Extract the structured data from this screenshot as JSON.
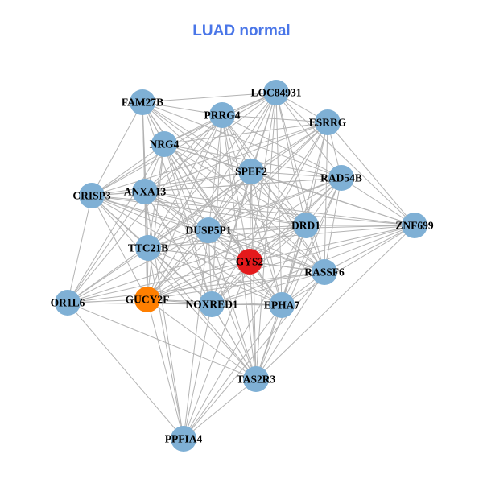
{
  "title": "LUAD normal",
  "colors": {
    "title": "#4a76e8",
    "edge": "#b3b3b3",
    "default_node": "#7fb0d5",
    "target_node": "#e41a1c",
    "highlight_node": "#ff7f00"
  },
  "nodes": [
    {
      "id": "LOC84931",
      "label": "LOC84931",
      "type": "default"
    },
    {
      "id": "FAM27B",
      "label": "FAM27B",
      "type": "default"
    },
    {
      "id": "PRRG4",
      "label": "PRRG4",
      "type": "default"
    },
    {
      "id": "ESRRG",
      "label": "ESRRG",
      "type": "default"
    },
    {
      "id": "NRG4",
      "label": "NRG4",
      "type": "default"
    },
    {
      "id": "SPEF2",
      "label": "SPEF2",
      "type": "default"
    },
    {
      "id": "RAD54B",
      "label": "RAD54B",
      "type": "default"
    },
    {
      "id": "CRISP3",
      "label": "CRISP3",
      "type": "default"
    },
    {
      "id": "ANXA13",
      "label": "ANXA13",
      "type": "default"
    },
    {
      "id": "DRD1",
      "label": "DRD1",
      "type": "default"
    },
    {
      "id": "ZNF699",
      "label": "ZNF699",
      "type": "default"
    },
    {
      "id": "DUSP5P1",
      "label": "DUSP5P1",
      "type": "default"
    },
    {
      "id": "TTC21B",
      "label": "TTC21B",
      "type": "default"
    },
    {
      "id": "GYS2",
      "label": "GYS2",
      "type": "target"
    },
    {
      "id": "RASSF6",
      "label": "RASSF6",
      "type": "default"
    },
    {
      "id": "OR1L6",
      "label": "OR1L6",
      "type": "default"
    },
    {
      "id": "GUCY2F",
      "label": "GUCY2F",
      "type": "highlight"
    },
    {
      "id": "NOXRED1",
      "label": "NOXRED1",
      "type": "default"
    },
    {
      "id": "EPHA7",
      "label": "EPHA7",
      "type": "default"
    },
    {
      "id": "TAS2R3",
      "label": "TAS2R3",
      "type": "default"
    },
    {
      "id": "PPFIA4",
      "label": "PPFIA4",
      "type": "default"
    }
  ],
  "edges": [
    [
      "FAM27B",
      "LOC84931"
    ],
    [
      "FAM27B",
      "PRRG4"
    ],
    [
      "FAM27B",
      "NRG4"
    ],
    [
      "FAM27B",
      "SPEF2"
    ],
    [
      "FAM27B",
      "CRISP3"
    ],
    [
      "FAM27B",
      "ANXA13"
    ],
    [
      "FAM27B",
      "DUSP5P1"
    ],
    [
      "FAM27B",
      "TTC21B"
    ],
    [
      "FAM27B",
      "GYS2"
    ],
    [
      "FAM27B",
      "DRD1"
    ],
    [
      "FAM27B",
      "RAD54B"
    ],
    [
      "FAM27B",
      "GUCY2F"
    ],
    [
      "FAM27B",
      "NOXRED1"
    ],
    [
      "FAM27B",
      "EPHA7"
    ],
    [
      "FAM27B",
      "RASSF6"
    ],
    [
      "LOC84931",
      "PRRG4"
    ],
    [
      "LOC84931",
      "ESRRG"
    ],
    [
      "LOC84931",
      "NRG4"
    ],
    [
      "LOC84931",
      "SPEF2"
    ],
    [
      "LOC84931",
      "RAD54B"
    ],
    [
      "LOC84931",
      "DRD1"
    ],
    [
      "LOC84931",
      "DUSP5P1"
    ],
    [
      "LOC84931",
      "ANXA13"
    ],
    [
      "LOC84931",
      "CRISP3"
    ],
    [
      "LOC84931",
      "TTC21B"
    ],
    [
      "LOC84931",
      "GYS2"
    ],
    [
      "LOC84931",
      "RASSF6"
    ],
    [
      "LOC84931",
      "EPHA7"
    ],
    [
      "LOC84931",
      "NOXRED1"
    ],
    [
      "LOC84931",
      "ZNF699"
    ],
    [
      "LOC84931",
      "GUCY2F"
    ],
    [
      "LOC84931",
      "TAS2R3"
    ],
    [
      "PRRG4",
      "ESRRG"
    ],
    [
      "PRRG4",
      "NRG4"
    ],
    [
      "PRRG4",
      "SPEF2"
    ],
    [
      "PRRG4",
      "RAD54B"
    ],
    [
      "PRRG4",
      "CRISP3"
    ],
    [
      "PRRG4",
      "ANXA13"
    ],
    [
      "PRRG4",
      "DRD1"
    ],
    [
      "PRRG4",
      "DUSP5P1"
    ],
    [
      "PRRG4",
      "TTC21B"
    ],
    [
      "PRRG4",
      "GYS2"
    ],
    [
      "PRRG4",
      "RASSF6"
    ],
    [
      "PRRG4",
      "NOXRED1"
    ],
    [
      "PRRG4",
      "EPHA7"
    ],
    [
      "PRRG4",
      "GUCY2F"
    ],
    [
      "PRRG4",
      "OR1L6"
    ],
    [
      "PRRG4",
      "TAS2R3"
    ],
    [
      "ESRRG",
      "NRG4"
    ],
    [
      "ESRRG",
      "SPEF2"
    ],
    [
      "ESRRG",
      "RAD54B"
    ],
    [
      "ESRRG",
      "DRD1"
    ],
    [
      "ESRRG",
      "ZNF699"
    ],
    [
      "ESRRG",
      "ANXA13"
    ],
    [
      "ESRRG",
      "DUSP5P1"
    ],
    [
      "ESRRG",
      "TTC21B"
    ],
    [
      "ESRRG",
      "GYS2"
    ],
    [
      "ESRRG",
      "RASSF6"
    ],
    [
      "ESRRG",
      "EPHA7"
    ],
    [
      "ESRRG",
      "NOXRED1"
    ],
    [
      "ESRRG",
      "CRISP3"
    ],
    [
      "ESRRG",
      "GUCY2F"
    ],
    [
      "NRG4",
      "SPEF2"
    ],
    [
      "NRG4",
      "RAD54B"
    ],
    [
      "NRG4",
      "CRISP3"
    ],
    [
      "NRG4",
      "ANXA13"
    ],
    [
      "NRG4",
      "DRD1"
    ],
    [
      "NRG4",
      "DUSP5P1"
    ],
    [
      "NRG4",
      "TTC21B"
    ],
    [
      "NRG4",
      "GYS2"
    ],
    [
      "NRG4",
      "RASSF6"
    ],
    [
      "NRG4",
      "NOXRED1"
    ],
    [
      "NRG4",
      "EPHA7"
    ],
    [
      "NRG4",
      "GUCY2F"
    ],
    [
      "NRG4",
      "OR1L6"
    ],
    [
      "NRG4",
      "TAS2R3"
    ],
    [
      "NRG4",
      "ZNF699"
    ],
    [
      "SPEF2",
      "RAD54B"
    ],
    [
      "SPEF2",
      "CRISP3"
    ],
    [
      "SPEF2",
      "ANXA13"
    ],
    [
      "SPEF2",
      "DRD1"
    ],
    [
      "SPEF2",
      "DUSP5P1"
    ],
    [
      "SPEF2",
      "TTC21B"
    ],
    [
      "SPEF2",
      "GYS2"
    ],
    [
      "SPEF2",
      "RASSF6"
    ],
    [
      "SPEF2",
      "NOXRED1"
    ],
    [
      "SPEF2",
      "EPHA7"
    ],
    [
      "SPEF2",
      "GUCY2F"
    ],
    [
      "SPEF2",
      "ZNF699"
    ],
    [
      "SPEF2",
      "OR1L6"
    ],
    [
      "SPEF2",
      "TAS2R3"
    ],
    [
      "RAD54B",
      "DRD1"
    ],
    [
      "RAD54B",
      "ZNF699"
    ],
    [
      "RAD54B",
      "ANXA13"
    ],
    [
      "RAD54B",
      "CRISP3"
    ],
    [
      "RAD54B",
      "DUSP5P1"
    ],
    [
      "RAD54B",
      "TTC21B"
    ],
    [
      "RAD54B",
      "GYS2"
    ],
    [
      "RAD54B",
      "RASSF6"
    ],
    [
      "RAD54B",
      "EPHA7"
    ],
    [
      "RAD54B",
      "NOXRED1"
    ],
    [
      "RAD54B",
      "GUCY2F"
    ],
    [
      "RAD54B",
      "TAS2R3"
    ],
    [
      "CRISP3",
      "ANXA13"
    ],
    [
      "CRISP3",
      "DUSP5P1"
    ],
    [
      "CRISP3",
      "TTC21B"
    ],
    [
      "CRISP3",
      "GYS2"
    ],
    [
      "CRISP3",
      "DRD1"
    ],
    [
      "CRISP3",
      "OR1L6"
    ],
    [
      "CRISP3",
      "GUCY2F"
    ],
    [
      "CRISP3",
      "NOXRED1"
    ],
    [
      "CRISP3",
      "EPHA7"
    ],
    [
      "CRISP3",
      "RASSF6"
    ],
    [
      "CRISP3",
      "ZNF699"
    ],
    [
      "CRISP3",
      "TAS2R3"
    ],
    [
      "ANXA13",
      "DRD1"
    ],
    [
      "ANXA13",
      "DUSP5P1"
    ],
    [
      "ANXA13",
      "TTC21B"
    ],
    [
      "ANXA13",
      "GYS2"
    ],
    [
      "ANXA13",
      "RASSF6"
    ],
    [
      "ANXA13",
      "OR1L6"
    ],
    [
      "ANXA13",
      "GUCY2F"
    ],
    [
      "ANXA13",
      "NOXRED1"
    ],
    [
      "ANXA13",
      "EPHA7"
    ],
    [
      "ANXA13",
      "ZNF699"
    ],
    [
      "ANXA13",
      "TAS2R3"
    ],
    [
      "ANXA13",
      "PPFIA4"
    ],
    [
      "DRD1",
      "ZNF699"
    ],
    [
      "DRD1",
      "DUSP5P1"
    ],
    [
      "DRD1",
      "TTC21B"
    ],
    [
      "DRD1",
      "GYS2"
    ],
    [
      "DRD1",
      "RASSF6"
    ],
    [
      "DRD1",
      "GUCY2F"
    ],
    [
      "DRD1",
      "NOXRED1"
    ],
    [
      "DRD1",
      "EPHA7"
    ],
    [
      "DRD1",
      "OR1L6"
    ],
    [
      "DRD1",
      "TAS2R3"
    ],
    [
      "DRD1",
      "PPFIA4"
    ],
    [
      "ZNF699",
      "DUSP5P1"
    ],
    [
      "ZNF699",
      "TTC21B"
    ],
    [
      "ZNF699",
      "GYS2"
    ],
    [
      "ZNF699",
      "RASSF6"
    ],
    [
      "ZNF699",
      "EPHA7"
    ],
    [
      "ZNF699",
      "NOXRED1"
    ],
    [
      "ZNF699",
      "TAS2R3"
    ],
    [
      "ZNF699",
      "GUCY2F"
    ],
    [
      "DUSP5P1",
      "TTC21B"
    ],
    [
      "DUSP5P1",
      "GYS2"
    ],
    [
      "DUSP5P1",
      "RASSF6"
    ],
    [
      "DUSP5P1",
      "OR1L6"
    ],
    [
      "DUSP5P1",
      "GUCY2F"
    ],
    [
      "DUSP5P1",
      "NOXRED1"
    ],
    [
      "DUSP5P1",
      "EPHA7"
    ],
    [
      "DUSP5P1",
      "TAS2R3"
    ],
    [
      "DUSP5P1",
      "PPFIA4"
    ],
    [
      "TTC21B",
      "GYS2"
    ],
    [
      "TTC21B",
      "RASSF6"
    ],
    [
      "TTC21B",
      "OR1L6"
    ],
    [
      "TTC21B",
      "GUCY2F"
    ],
    [
      "TTC21B",
      "NOXRED1"
    ],
    [
      "TTC21B",
      "EPHA7"
    ],
    [
      "TTC21B",
      "TAS2R3"
    ],
    [
      "TTC21B",
      "PPFIA4"
    ],
    [
      "GYS2",
      "RASSF6"
    ],
    [
      "GYS2",
      "OR1L6"
    ],
    [
      "GYS2",
      "GUCY2F"
    ],
    [
      "GYS2",
      "NOXRED1"
    ],
    [
      "GYS2",
      "EPHA7"
    ],
    [
      "GYS2",
      "TAS2R3"
    ],
    [
      "GYS2",
      "PPFIA4"
    ],
    [
      "RASSF6",
      "OR1L6"
    ],
    [
      "RASSF6",
      "GUCY2F"
    ],
    [
      "RASSF6",
      "NOXRED1"
    ],
    [
      "RASSF6",
      "EPHA7"
    ],
    [
      "RASSF6",
      "TAS2R3"
    ],
    [
      "RASSF6",
      "PPFIA4"
    ],
    [
      "OR1L6",
      "GUCY2F"
    ],
    [
      "OR1L6",
      "NOXRED1"
    ],
    [
      "OR1L6",
      "EPHA7"
    ],
    [
      "OR1L6",
      "TAS2R3"
    ],
    [
      "OR1L6",
      "PPFIA4"
    ],
    [
      "GUCY2F",
      "NOXRED1"
    ],
    [
      "GUCY2F",
      "EPHA7"
    ],
    [
      "GUCY2F",
      "TAS2R3"
    ],
    [
      "GUCY2F",
      "PPFIA4"
    ],
    [
      "NOXRED1",
      "EPHA7"
    ],
    [
      "NOXRED1",
      "TAS2R3"
    ],
    [
      "NOXRED1",
      "PPFIA4"
    ],
    [
      "EPHA7",
      "TAS2R3"
    ],
    [
      "EPHA7",
      "PPFIA4"
    ],
    [
      "TAS2R3",
      "PPFIA4"
    ]
  ]
}
